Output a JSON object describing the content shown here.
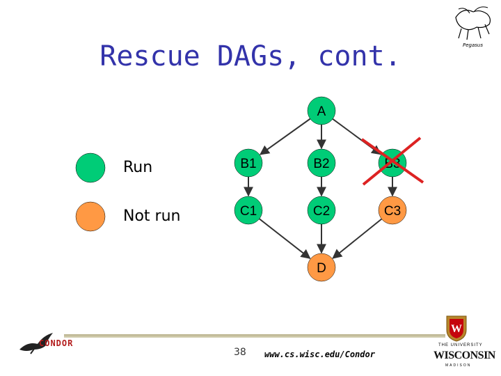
{
  "title": "Rescue DAGs, cont.",
  "legend": {
    "items": [
      {
        "label": "Run",
        "color": "#00cc77"
      },
      {
        "label": "Not run",
        "color": "#ff9944"
      }
    ]
  },
  "dag": {
    "nodes": [
      {
        "id": "A",
        "label": "A",
        "status": "run"
      },
      {
        "id": "B1",
        "label": "B1",
        "status": "run"
      },
      {
        "id": "B2",
        "label": "B2",
        "status": "run"
      },
      {
        "id": "B3",
        "label": "B3",
        "status": "run",
        "failed": true
      },
      {
        "id": "C1",
        "label": "C1",
        "status": "run"
      },
      {
        "id": "C2",
        "label": "C2",
        "status": "run"
      },
      {
        "id": "C3",
        "label": "C3",
        "status": "not run"
      },
      {
        "id": "D",
        "label": "D",
        "status": "not run"
      }
    ],
    "edges": [
      [
        "A",
        "B1"
      ],
      [
        "A",
        "B2"
      ],
      [
        "A",
        "B3"
      ],
      [
        "B1",
        "C1"
      ],
      [
        "B2",
        "C2"
      ],
      [
        "B3",
        "C3"
      ],
      [
        "C1",
        "D"
      ],
      [
        "C2",
        "D"
      ],
      [
        "C3",
        "D"
      ]
    ]
  },
  "footer": {
    "page_number": "38",
    "url": "www.cs.wisc.edu/Condor",
    "condor_logo_text": "CONDOR",
    "wisc_top": "THE UNIVERSITY",
    "wisc_name": "WISCONSIN",
    "wisc_bottom": "MADISON",
    "pegasus_text": "Pegasus"
  },
  "colors": {
    "title": "#3333aa",
    "run": "#00cc77",
    "not_run": "#ff9944",
    "failed_mark": "#dd2222"
  }
}
